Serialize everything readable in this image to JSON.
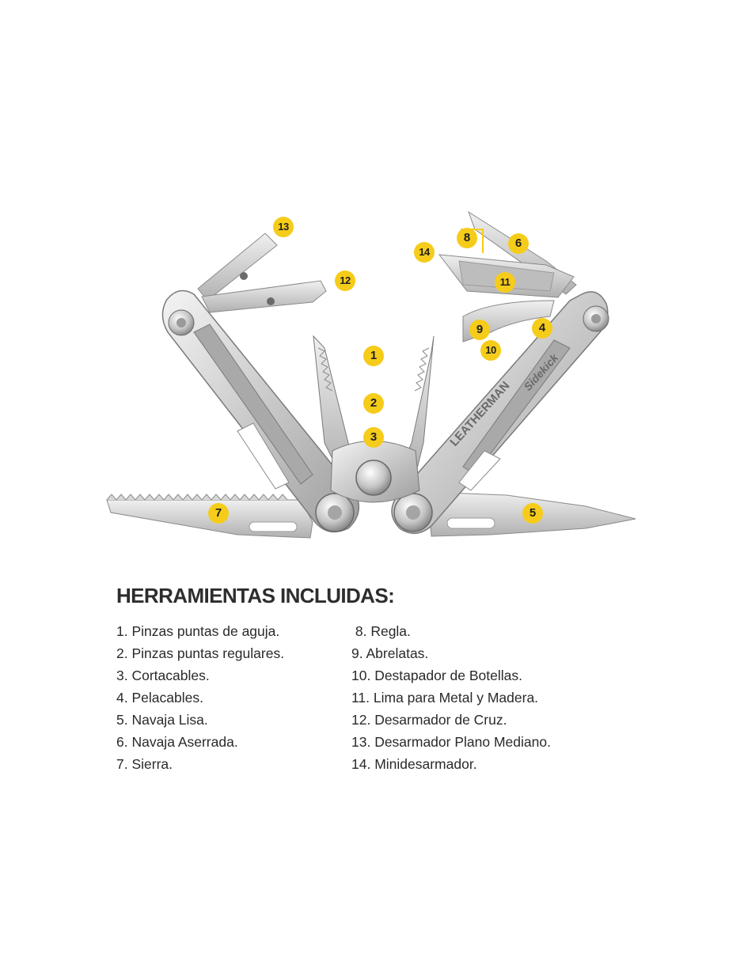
{
  "diagram": {
    "brand_text": "LEATHERMAN",
    "model_text": "Sidekick",
    "callouts": [
      "1",
      "2",
      "3",
      "4",
      "5",
      "6",
      "7",
      "8",
      "9",
      "10",
      "11",
      "12",
      "13",
      "14"
    ]
  },
  "section": {
    "title": "HERRAMIENTAS INCLUIDAS:",
    "left_items": [
      "1. Pinzas puntas de aguja.",
      "2. Pinzas puntas regulares.",
      "3. Cortacables.",
      "4. Pelacables.",
      "5. Navaja Lisa.",
      "6. Navaja Aserrada.",
      "7. Sierra."
    ],
    "right_items": [
      " 8. Regla.",
      "9. Abrelatas.",
      "10. Destapador de Botellas.",
      "11. Lima para Metal y Madera.",
      "12. Desarmador de Cruz.",
      "13. Desarmador Plano Mediano.",
      "14. Minidesarmador."
    ]
  },
  "colors": {
    "callout": "#f6cc1a",
    "steel_light": "#e8e8e8",
    "steel_mid": "#b9b9b9",
    "steel_dark": "#8a8a8a"
  }
}
